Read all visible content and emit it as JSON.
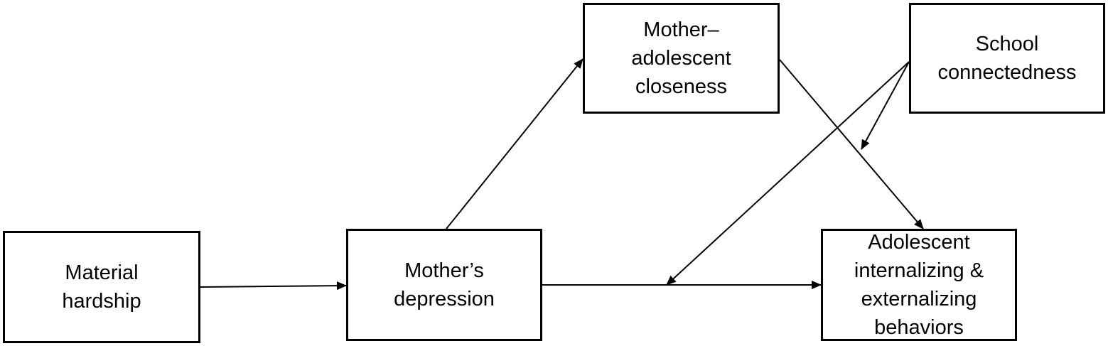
{
  "nodes": {
    "material_hardship": "Material\nhardship",
    "mothers_depression": "Mother’s\ndepression",
    "mother_adolescent_closeness": "Mother–\nadolescent\ncloseness",
    "school_connectedness": "School\nconnectedness",
    "adolescent_behaviors": "Adolescent\ninternalizing &\nexternalizing\nbehaviors"
  },
  "edges": [
    {
      "from": "Material hardship",
      "to": "Mother’s depression"
    },
    {
      "from": "Mother’s depression",
      "to": "Adolescent internalizing & externalizing behaviors"
    },
    {
      "from": "Mother’s depression",
      "to": "Mother–adolescent closeness"
    },
    {
      "from": "Mother–adolescent closeness",
      "to": "Adolescent internalizing & externalizing behaviors"
    },
    {
      "from": "School connectedness",
      "to": "path Mother’s depression → Adolescent behaviors",
      "kind": "moderation"
    },
    {
      "from": "School connectedness",
      "to": "path Mother–adolescent closeness → Adolescent behaviors",
      "kind": "moderation"
    }
  ],
  "colors": {
    "stroke": "#000000",
    "background": "#ffffff"
  }
}
